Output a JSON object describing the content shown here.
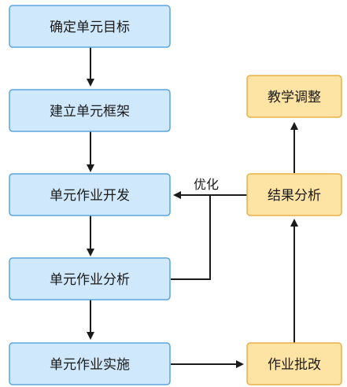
{
  "nodes": {
    "define_goal": "确定单元目标",
    "build_frame": "建立单元框架",
    "develop_homework": "单元作业开发",
    "analyze_homework": "单元作业分析",
    "implement_homework": "单元作业实施",
    "grade_homework": "作业批改",
    "analyze_results": "结果分析",
    "adjust_teaching": "教学调整"
  },
  "edge_labels": {
    "optimize": "优化"
  },
  "colors": {
    "blue_fill": "#cfe8fb",
    "blue_border": "#5aa6dc",
    "orange_fill": "#fde3a4",
    "orange_border": "#e8b04a",
    "arrow": "#1a1a1a"
  }
}
